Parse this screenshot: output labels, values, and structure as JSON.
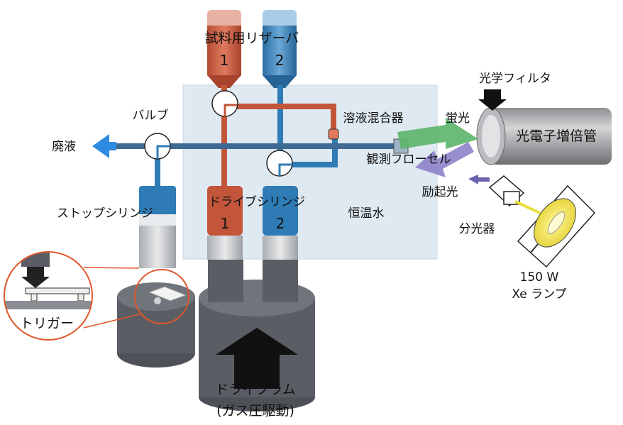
{
  "labels": {
    "reservoir_title": "試料用リザーバ",
    "reservoir_1": "1",
    "reservoir_2": "2",
    "valve": "バルブ",
    "waste": "廃液",
    "mixer": "溶液混合器",
    "fluorescence": "蛍光",
    "optical_filter": "光学フィルタ",
    "pmt": "光電子増倍管",
    "flow_cell": "観測フローセル",
    "excitation": "励起光",
    "monochromator": "分光器",
    "lamp_power": "150 W",
    "lamp_name": "Xe ランプ",
    "stop_syringe": "ストップシリンジ",
    "drive_syringe": "ドライブシリンジ",
    "drive_1": "1",
    "drive_2": "2",
    "thermostat_water": "恒温水",
    "trigger": "トリガー",
    "diaphragm": "ドライブラム",
    "gas_drive": "(ガス圧駆動)"
  },
  "colors": {
    "sample_1": "#c2553a",
    "sample_2": "#2f7bb5",
    "water_bath": "#dfe9f1",
    "machine": "#55595f",
    "highlight": "#e0562a",
    "excitation": "#8c82c8",
    "fluorescence": "#5cb56a"
  }
}
